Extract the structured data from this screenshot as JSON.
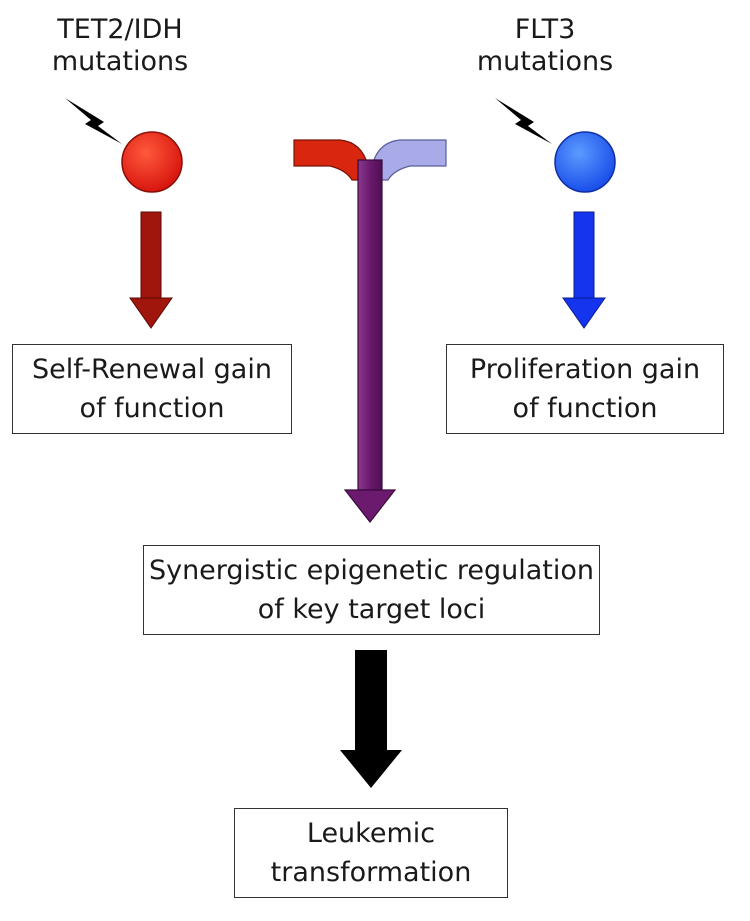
{
  "left_mutation": {
    "line1": "TET2/IDH",
    "line2": "mutations",
    "color": "#e8231a"
  },
  "right_mutation": {
    "line1": "FLT3",
    "line2": "mutations",
    "color": "#1f5ef5"
  },
  "left_box": {
    "line1": "Self-Renewal gain",
    "line2": "of function"
  },
  "right_box": {
    "line1": "Proliferation gain",
    "line2": "of function"
  },
  "center_box": {
    "line1": "Synergistic epigenetic regulation",
    "line2": "of key target loci"
  },
  "bottom_box": {
    "line1": "Leukemic",
    "line2": "transformation"
  },
  "colors": {
    "left_arrow": "#a0150c",
    "right_arrow": "#1434ee",
    "merge_left": "#d8260f",
    "merge_right": "#a8abe8",
    "merge_stem": "#6b1a6e",
    "final_arrow": "#000000"
  }
}
